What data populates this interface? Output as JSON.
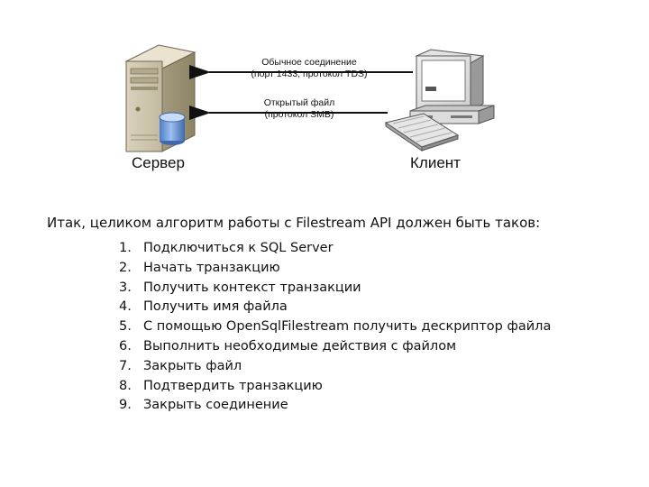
{
  "diagram": {
    "server_label": "Сервер",
    "client_label": "Клиент",
    "connection_label_line1": "Обычное соединение",
    "connection_label_line2": "(порт 1433, протокол TDS)",
    "file_label_line1": "Открытый файл",
    "file_label_line2": "(протокол SMB)",
    "icons": [
      "server-tower-icon",
      "database-cylinder-icon",
      "computer-monitor-icon",
      "keyboard-icon"
    ]
  },
  "intro": "Итак, целиком алгоритм работы с Filestream API должен быть таков:",
  "steps": [
    {
      "num": "1.",
      "text": "Подключиться к SQL Server"
    },
    {
      "num": "2.",
      "text": "Начать транзакцию"
    },
    {
      "num": "3.",
      "text": "Получить контекст транзакции"
    },
    {
      "num": "4.",
      "text": "Получить имя файла"
    },
    {
      "num": "5.",
      "text": "С помощью OpenSqlFilestream получить дескриптор файла"
    },
    {
      "num": "6.",
      "text": "Выполнить необходимые действия с файлом"
    },
    {
      "num": "7.",
      "text": "Закрыть файл"
    },
    {
      "num": "8.",
      "text": "Подтвердить транзакцию"
    },
    {
      "num": "9.",
      "text": "Закрыть соединение"
    }
  ]
}
